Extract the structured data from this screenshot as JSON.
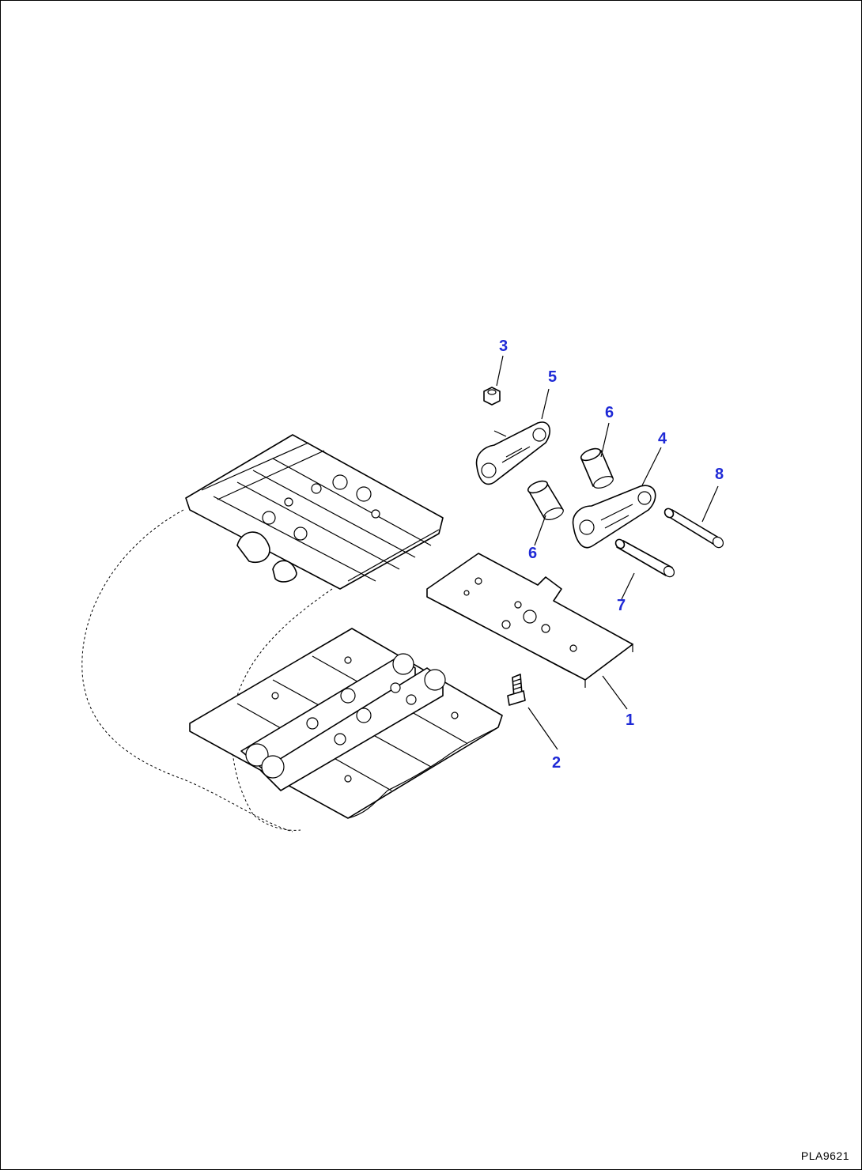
{
  "figure": {
    "code": "PLA9621"
  },
  "callouts": [
    {
      "id": "1",
      "label": "1"
    },
    {
      "id": "2",
      "label": "2"
    },
    {
      "id": "3",
      "label": "3"
    },
    {
      "id": "4",
      "label": "4"
    },
    {
      "id": "5",
      "label": "5"
    },
    {
      "id": "6a",
      "label": "6"
    },
    {
      "id": "6b",
      "label": "6"
    },
    {
      "id": "7",
      "label": "7"
    },
    {
      "id": "8",
      "label": "8"
    }
  ],
  "colors": {
    "callout": "#1f2ad6",
    "line": "#000000",
    "background": "#ffffff"
  }
}
